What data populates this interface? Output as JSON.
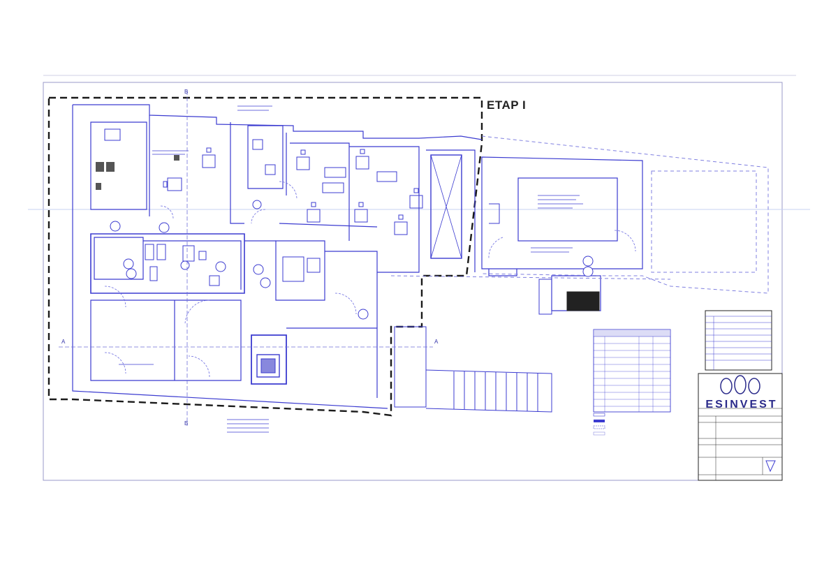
{
  "stage": {
    "label": "ETAP I"
  },
  "titleblock": {
    "brand": "ESINVEST"
  },
  "section_marks": {
    "a": "A",
    "b": "B"
  },
  "colors": {
    "plan_line": "#3b3bd0",
    "plan_line_light": "#8f8fe0",
    "stage_boundary": "#1a1a1a",
    "paper": "#ffffff",
    "annotation": "#2b2bb8"
  },
  "icons": [
    "table-chair-set-icon",
    "door-swing-icon",
    "stair-icon",
    "wc-fixture-icon",
    "elevator-icon",
    "company-logo-icon"
  ]
}
